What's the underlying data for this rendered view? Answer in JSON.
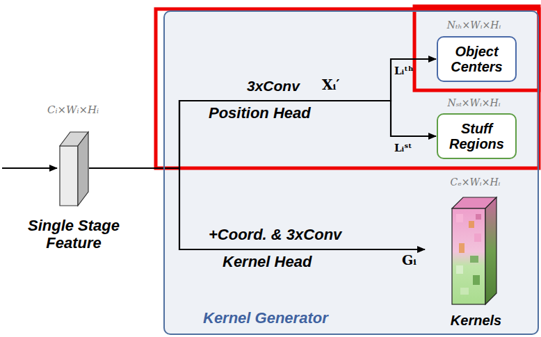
{
  "diagram": {
    "nodes": [
      {
        "text": [
          "Single Stage Feature"
        ]
      },
      {
        "text": [
          "Kernel Generator"
        ]
      },
      {
        "text": [
          "Object Centers"
        ],
        "in": 1
      },
      {
        "text": [
          "Stuff Regions"
        ],
        "in": 1
      },
      {
        "text": [
          "Kernels"
        ],
        "in": 1
      }
    ],
    "edges": [
      {
        "from": 0,
        "to": 2,
        "arrow": "to"
      },
      {
        "from": 0,
        "to": 3,
        "arrow": "to"
      },
      {
        "from": 0,
        "to": 4,
        "arrow": "to"
      }
    ],
    "labels": [
      "Cᵢ×Wᵢ×Hᵢ",
      "3xConv",
      "Xᵢ′",
      "Position Head",
      "Lᵢᵗʰ",
      "Nₜₕ×Wᵢ×Hᵢ",
      "Nₛₜ×Wᵢ×Hᵢ",
      "Lᵢˢᵗ",
      "+Coord. & 3xConv",
      "Kernel Head",
      "Gᵢ",
      "Cₑ×Wᵢ×Hᵢ"
    ]
  }
}
